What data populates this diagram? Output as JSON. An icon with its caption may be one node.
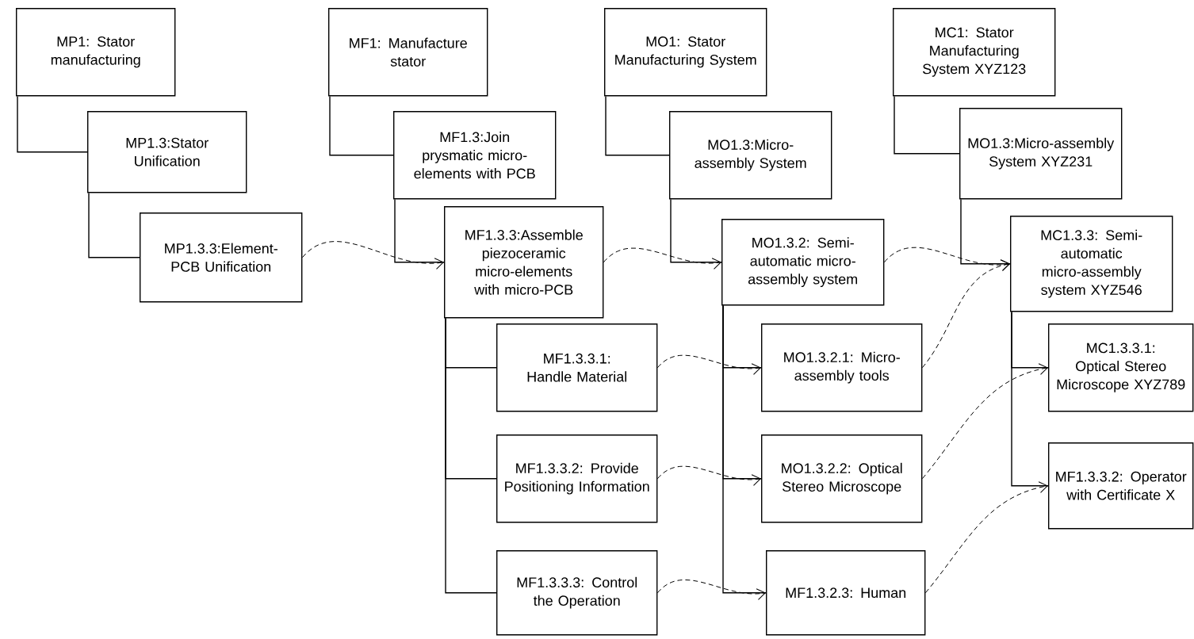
{
  "diagram": {
    "nodes": [
      {
        "text": [
          "MP1: Stator manufacturing"
        ]
      },
      {
        "text": [
          "MP1.3:Stator Unification"
        ]
      },
      {
        "text": [
          "MP1.3.3:Element-PCB Unification"
        ]
      },
      {
        "text": [
          "MF1: Manufacture stator"
        ]
      },
      {
        "text": [
          "MF1.3:Join prysmatic micro-elements with PCB"
        ]
      },
      {
        "text": [
          "MF1.3.3:Assemble piezoceramic micro-elements with micro-PCB"
        ]
      },
      {
        "text": [
          "MF1.3.3.1: Handle Material"
        ]
      },
      {
        "text": [
          "MF1.3.3.2: Provide Positioning Information"
        ]
      },
      {
        "text": [
          "MF1.3.3.3: Control the Operation"
        ]
      },
      {
        "text": [
          "MO1: Stator Manufacturing System"
        ]
      },
      {
        "text": [
          "MO1.3:Micro-assembly System"
        ]
      },
      {
        "text": [
          "MO1.3.2: Semi-automatic micro-assembly system"
        ]
      },
      {
        "text": [
          "MO1.3.2.1: Micro-assembly tools"
        ]
      },
      {
        "text": [
          "MO1.3.2.2: Optical Stereo Microscope"
        ]
      },
      {
        "text": [
          "MF1.3.2.3: Human"
        ]
      },
      {
        "text": [
          "MC1: Stator Manufacturing System XYZ123"
        ]
      },
      {
        "text": [
          "MO1.3:Micro-assembly System XYZ231"
        ]
      },
      {
        "text": [
          "MC1.3.3: Semi-automatic micro-assembly system XYZ546"
        ]
      },
      {
        "text": [
          "MC1.3.3.1: Optical Stereo Microscope XYZ789"
        ]
      },
      {
        "text": [
          "MF1.3.3.2: Operator with Certificate X"
        ]
      }
    ],
    "edges": [
      {
        "from": 0,
        "to": 1,
        "arrow": "none"
      },
      {
        "from": 1,
        "to": 2,
        "arrow": "none"
      },
      {
        "from": 3,
        "to": 4,
        "arrow": "none"
      },
      {
        "from": 4,
        "to": 5,
        "arrow": "none"
      },
      {
        "from": 5,
        "to": 6,
        "arrow": "none"
      },
      {
        "from": 5,
        "to": 7,
        "arrow": "none"
      },
      {
        "from": 5,
        "to": 8,
        "arrow": "none"
      },
      {
        "from": 9,
        "to": 10,
        "arrow": "none"
      },
      {
        "from": 10,
        "to": 11,
        "arrow": "none"
      },
      {
        "from": 11,
        "to": 12,
        "arrow": "none"
      },
      {
        "from": 11,
        "to": 13,
        "arrow": "none"
      },
      {
        "from": 11,
        "to": 14,
        "arrow": "none"
      },
      {
        "from": 15,
        "to": 16,
        "arrow": "none"
      },
      {
        "from": 16,
        "to": 17,
        "arrow": "none"
      },
      {
        "from": 17,
        "to": 18,
        "arrow": "none"
      },
      {
        "from": 17,
        "to": 19,
        "arrow": "none"
      },
      {
        "from": 2,
        "to": 5,
        "arrow": "to",
        "style": "dashed"
      },
      {
        "from": 5,
        "to": 11,
        "arrow": "to",
        "style": "dashed"
      },
      {
        "from": 11,
        "to": 17,
        "arrow": "to",
        "style": "dashed"
      },
      {
        "from": 6,
        "to": 12,
        "arrow": "to",
        "style": "dashed"
      },
      {
        "from": 7,
        "to": 13,
        "arrow": "to",
        "style": "dashed"
      },
      {
        "from": 8,
        "to": 14,
        "arrow": "to",
        "style": "dashed"
      },
      {
        "from": 12,
        "to": 17,
        "arrow": "to",
        "style": "dashed"
      },
      {
        "from": 13,
        "to": 18,
        "arrow": "to",
        "style": "dashed"
      },
      {
        "from": 14,
        "to": 19,
        "arrow": "to",
        "style": "dashed"
      }
    ]
  }
}
